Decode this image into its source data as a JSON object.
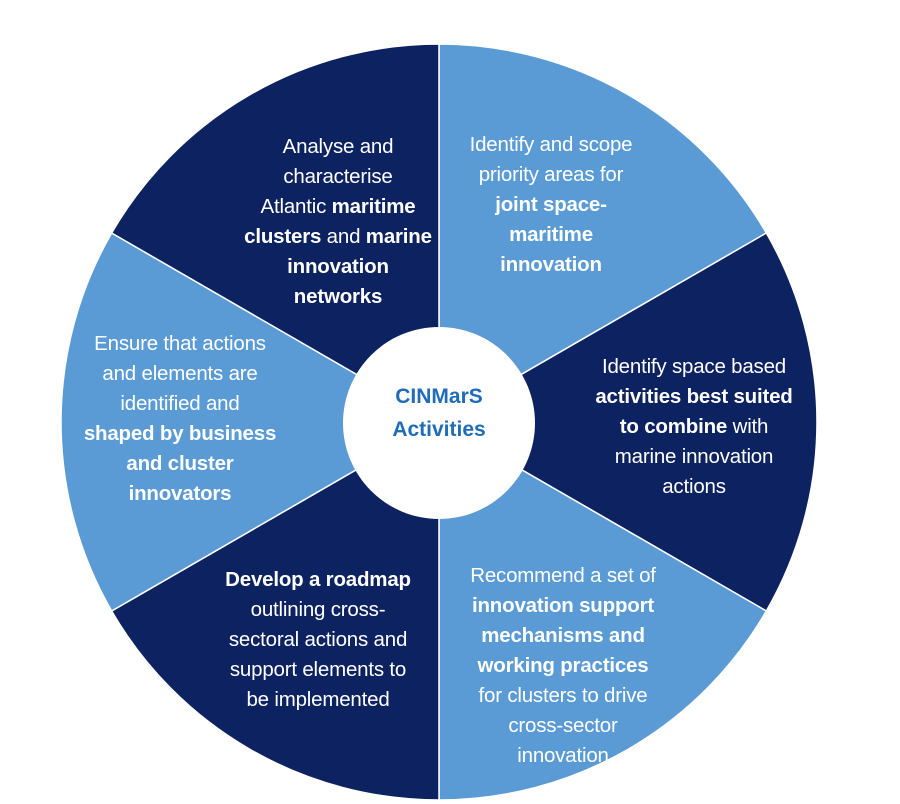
{
  "diagram": {
    "title": "CINMarS Activities",
    "center_label_lines": [
      "CINMarS",
      "Activities"
    ],
    "colors": {
      "dark": "#0d2260",
      "light": "#5b9bd5",
      "center_fill": "#ffffff",
      "center_text": "#1f6cb8",
      "segment_text": "#ffffff"
    },
    "segments": [
      {
        "id": "top-left",
        "shade": "dark",
        "lines": [
          [
            {
              "t": "Analyse and",
              "b": false
            }
          ],
          [
            {
              "t": "characterise",
              "b": false
            }
          ],
          [
            {
              "t": "Atlantic ",
              "b": false
            },
            {
              "t": "maritime",
              "b": true
            }
          ],
          [
            {
              "t": "clusters",
              "b": true
            },
            {
              "t": " and ",
              "b": false
            },
            {
              "t": "marine",
              "b": true
            }
          ],
          [
            {
              "t": "innovation",
              "b": true
            }
          ],
          [
            {
              "t": "networks",
              "b": true
            }
          ]
        ]
      },
      {
        "id": "top-right",
        "shade": "light",
        "lines": [
          [
            {
              "t": "Identify and scope",
              "b": false
            }
          ],
          [
            {
              "t": "priority areas for",
              "b": false
            }
          ],
          [
            {
              "t": "joint space-",
              "b": true
            }
          ],
          [
            {
              "t": "maritime",
              "b": true
            }
          ],
          [
            {
              "t": "innovation",
              "b": true
            }
          ]
        ]
      },
      {
        "id": "right",
        "shade": "dark",
        "lines": [
          [
            {
              "t": "Identify space based",
              "b": false
            }
          ],
          [
            {
              "t": "activities best suited",
              "b": true
            }
          ],
          [
            {
              "t": "to combine",
              "b": true
            },
            {
              "t": " with",
              "b": false
            }
          ],
          [
            {
              "t": "marine innovation",
              "b": false
            }
          ],
          [
            {
              "t": "actions",
              "b": false
            }
          ]
        ]
      },
      {
        "id": "bottom-right",
        "shade": "light",
        "lines": [
          [
            {
              "t": "Recommend a set of",
              "b": false
            }
          ],
          [
            {
              "t": "innovation support",
              "b": true
            }
          ],
          [
            {
              "t": "mechanisms and",
              "b": true
            }
          ],
          [
            {
              "t": "working practices",
              "b": true
            }
          ],
          [
            {
              "t": "for clusters to drive",
              "b": false
            }
          ],
          [
            {
              "t": "cross-sector",
              "b": false
            }
          ],
          [
            {
              "t": "innovation",
              "b": false
            }
          ]
        ]
      },
      {
        "id": "bottom-left",
        "shade": "dark",
        "lines": [
          [
            {
              "t": "Develop a roadmap",
              "b": true
            }
          ],
          [
            {
              "t": "outlining cross-",
              "b": false
            }
          ],
          [
            {
              "t": "sectoral actions and",
              "b": false
            }
          ],
          [
            {
              "t": "support elements to",
              "b": false
            }
          ],
          [
            {
              "t": "be implemented",
              "b": false
            }
          ]
        ]
      },
      {
        "id": "left",
        "shade": "light",
        "lines": [
          [
            {
              "t": "Ensure that actions",
              "b": false
            }
          ],
          [
            {
              "t": "and elements are",
              "b": false
            }
          ],
          [
            {
              "t": "identified and",
              "b": false
            }
          ],
          [
            {
              "t": "shaped by business",
              "b": true
            }
          ],
          [
            {
              "t": "and cluster",
              "b": true
            }
          ],
          [
            {
              "t": "innovators",
              "b": true
            }
          ]
        ]
      }
    ]
  }
}
